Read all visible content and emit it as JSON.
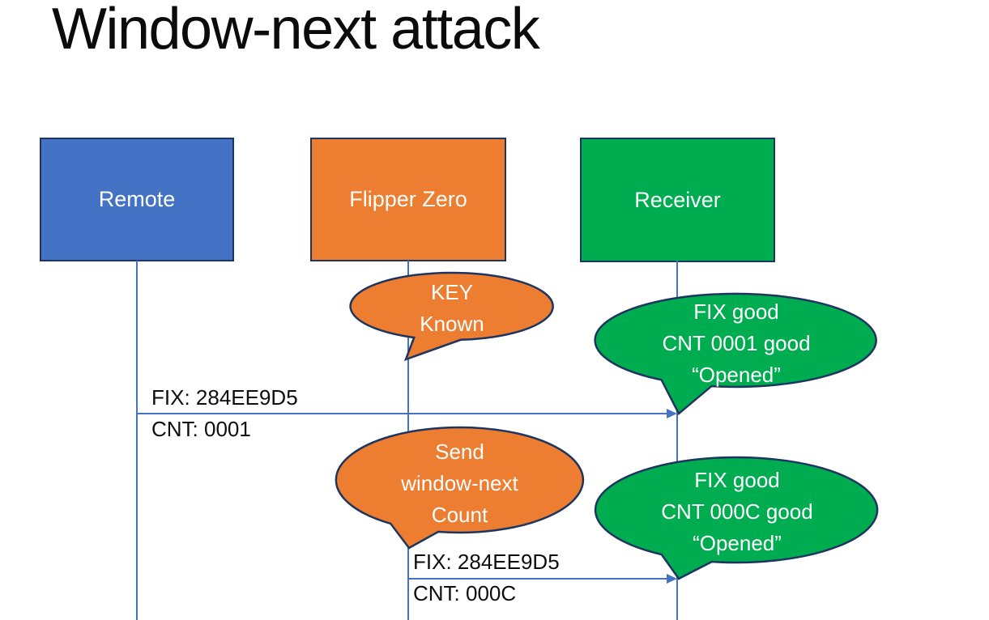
{
  "slide_title": "Window-next attack",
  "actors": [
    {
      "label": "Remote"
    },
    {
      "label": "Flipper Zero"
    },
    {
      "label": "Receiver"
    }
  ],
  "callouts": [
    {
      "color": "orange",
      "lines": [
        "KEY",
        "Known"
      ]
    },
    {
      "color": "green",
      "lines": [
        "FIX good",
        "CNT 0001 good",
        "“Opened”"
      ]
    },
    {
      "color": "orange",
      "lines": [
        "Send",
        "window-next",
        "Count"
      ]
    },
    {
      "color": "green",
      "lines": [
        "FIX good",
        "CNT 000C good",
        "“Opened”"
      ]
    }
  ],
  "messages": [
    {
      "from": "Remote",
      "to": "Receiver",
      "label_top": "FIX: 284EE9D5",
      "label_bottom": "CNT: 0001"
    },
    {
      "from": "Flipper Zero",
      "to": "Receiver",
      "label_top": "FIX: 284EE9D5",
      "label_bottom": "CNT: 000C"
    }
  ],
  "colors": {
    "remote_fill": "#4472C4",
    "flipper_fill": "#ED7D31",
    "receiver_fill": "#00AC50",
    "outline": "#1E3560",
    "connector": "#4472C4"
  }
}
